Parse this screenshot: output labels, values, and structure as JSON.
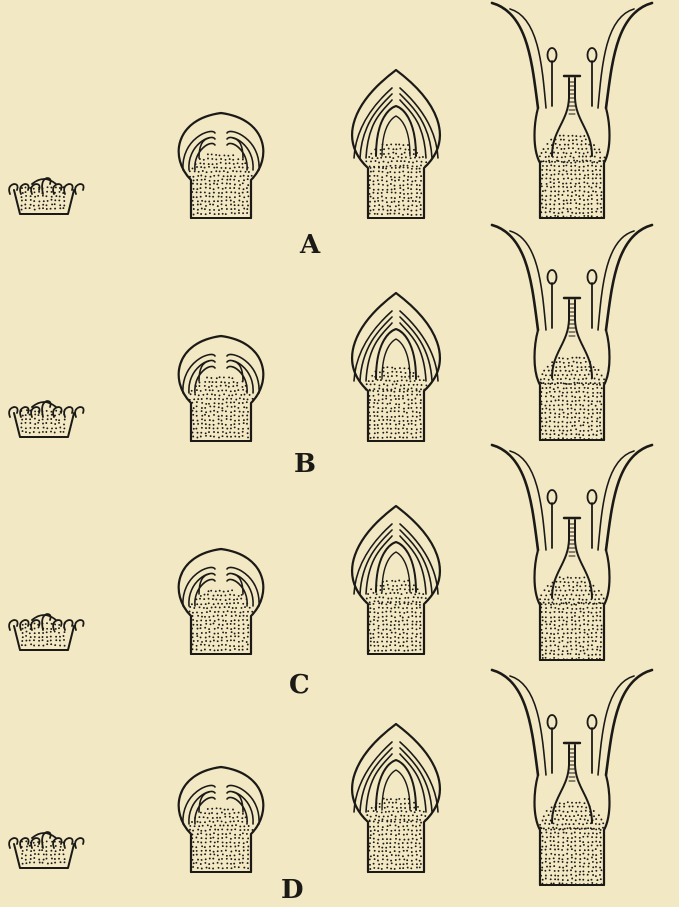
{
  "plate": {
    "background": "#f3e8c4",
    "ink": "#1b1a17"
  },
  "rows": [
    {
      "label": "A"
    },
    {
      "label": "B"
    },
    {
      "label": "C"
    },
    {
      "label": "D"
    }
  ],
  "stages": [
    "stage-1",
    "stage-2",
    "stage-3",
    "stage-4"
  ]
}
